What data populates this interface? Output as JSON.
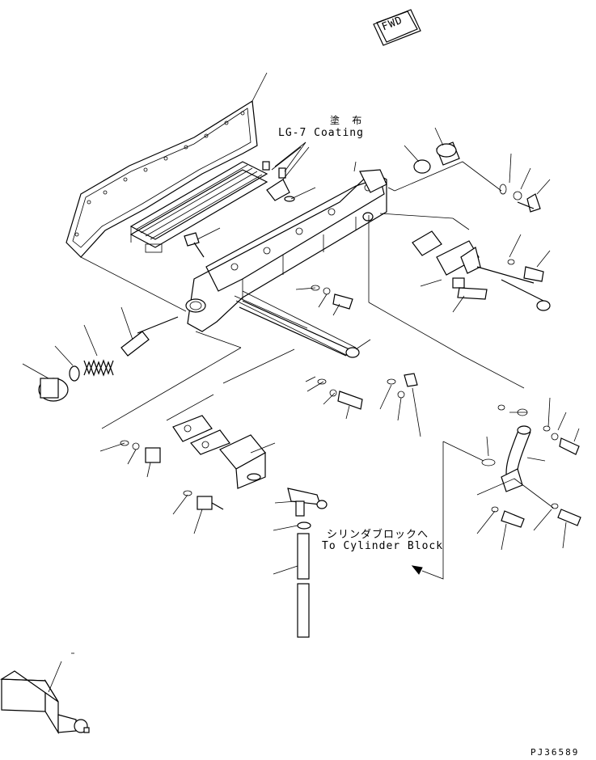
{
  "fwd_label": "FWD",
  "coating": {
    "jp": "塗 布",
    "en": "LG-7 Coating"
  },
  "destination": {
    "jp": "シリンダブロックへ",
    "en": "To Cylinder Block"
  },
  "drawing_no": "PJ36589"
}
